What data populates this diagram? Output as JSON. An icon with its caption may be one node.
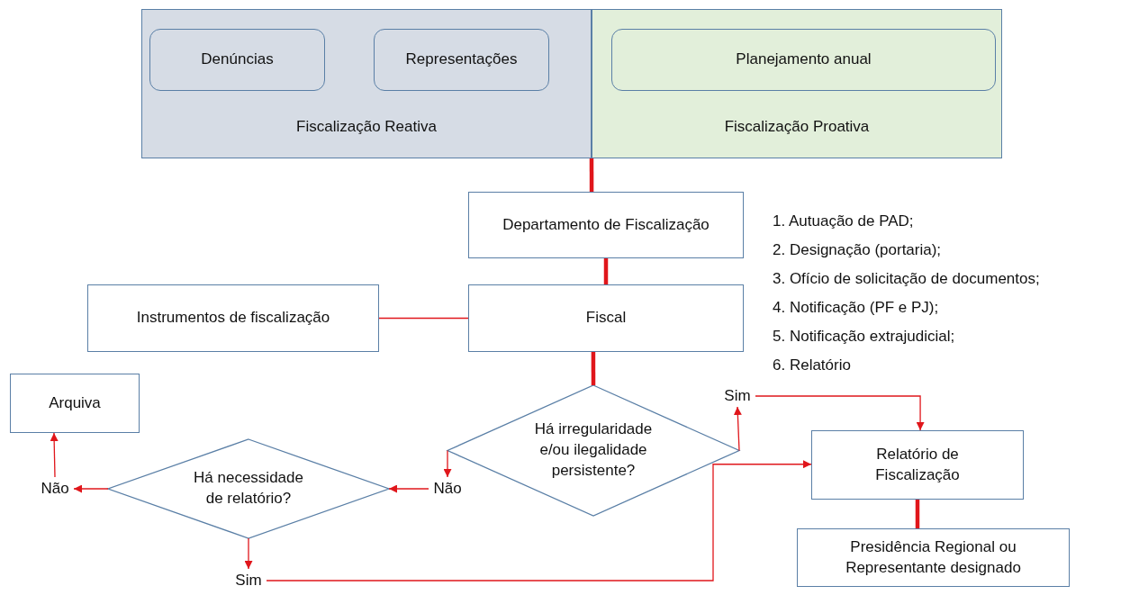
{
  "diagram": {
    "nodes": [
      {
        "text": [
          "Fiscalização Reativa"
        ]
      },
      {
        "text": [
          "Denúncias"
        ],
        "in": 0
      },
      {
        "text": [
          "Representações"
        ],
        "in": 0
      },
      {
        "text": [
          "Fiscalização Proativa"
        ]
      },
      {
        "text": [
          "Planejamento anual"
        ],
        "in": 3
      },
      {
        "text": [
          "Departamento de Fiscalização"
        ]
      },
      {
        "text": [
          "Instrumentos de fiscalização"
        ]
      },
      {
        "text": [
          "Fiscal"
        ]
      },
      {
        "text": [
          "Há irregularidade e/ou ilegalidade persistente?"
        ]
      },
      {
        "text": [
          "Sim"
        ]
      },
      {
        "text": [
          "Arquiva"
        ]
      },
      {
        "text": [
          "Não"
        ]
      },
      {
        "text": [
          "Há necessidade de relatório?"
        ]
      },
      {
        "text": [
          "Não"
        ]
      },
      {
        "text": [
          "Relatório de Fiscalização"
        ]
      },
      {
        "text": [
          "Sim"
        ]
      },
      {
        "text": [
          "Presidência Regional ou Representante designado"
        ]
      }
    ],
    "edges": [
      {
        "from": 0,
        "to": 5,
        "arrow": "none",
        "style": "thick"
      },
      {
        "from": 5,
        "to": 7,
        "arrow": "none",
        "style": "thick"
      },
      {
        "from": 6,
        "to": 7,
        "arrow": "none"
      },
      {
        "from": 7,
        "to": 8,
        "arrow": "none",
        "style": "thick"
      },
      {
        "from": 8,
        "to": 9,
        "arrow": "to"
      },
      {
        "from": 9,
        "to": 14,
        "arrow": "to"
      },
      {
        "from": 8,
        "to": 13,
        "arrow": "to"
      },
      {
        "from": 13,
        "to": 12,
        "arrow": "to"
      },
      {
        "from": 12,
        "to": 11,
        "arrow": "to"
      },
      {
        "from": 11,
        "to": 10,
        "arrow": "to"
      },
      {
        "from": 12,
        "to": 15,
        "arrow": "to"
      },
      {
        "from": 15,
        "to": 14,
        "arrow": "to"
      },
      {
        "from": 14,
        "to": 16,
        "arrow": "none",
        "style": "thick"
      }
    ],
    "labels": [
      "1. Autuação de PAD;",
      "2. Designação (portaria);",
      "3. Ofício de solicitação de documentos;",
      "4. Notificação (PF e PJ);",
      "5. Notificação extrajudicial;",
      "6. Relatório"
    ]
  }
}
